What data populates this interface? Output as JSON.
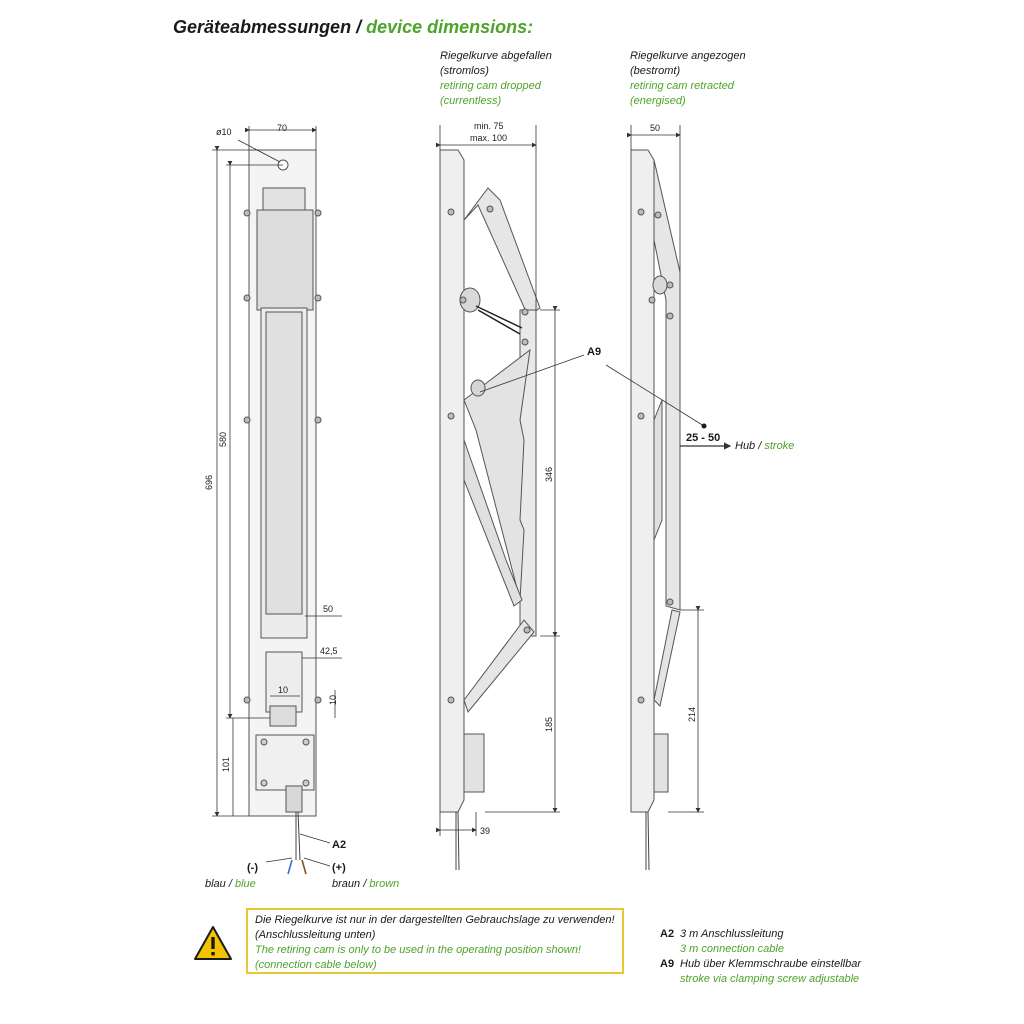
{
  "title": {
    "de": "Geräteabmessungen",
    "sep": " / ",
    "en": "device dimensions:"
  },
  "captions": {
    "dropped": {
      "de1": "Riegelkurve abgefallen",
      "de2": "(stromlos)",
      "en1": "retiring cam dropped",
      "en2": "(currentless)"
    },
    "retracted": {
      "de1": "Riegelkurve angezogen",
      "de2": "(bestromt)",
      "en1": "retiring cam retracted",
      "en2": "(energised)"
    }
  },
  "dimensions": {
    "hole": "ø10",
    "width70": "70",
    "height696": "696",
    "height580": "580",
    "height101": "101",
    "width50_inner": "50",
    "width42_5": "42,5",
    "slot10_w": "10",
    "slot10_h": "10",
    "min": "min. 75",
    "max": "max. 100",
    "h346": "346",
    "h185": "185",
    "w39": "39",
    "width50_right": "50",
    "h214": "214",
    "stroke_range": "25 - 50"
  },
  "labels": {
    "a2": "A2",
    "a9": "A9",
    "minus": "(-)",
    "plus": "(+)",
    "blue_de": "blau",
    "blue_en": "blue",
    "brown_de": "braun",
    "brown_en": "brown",
    "hub_de": "Hub",
    "hub_en": "stroke",
    "slash": " / "
  },
  "note": {
    "de1": "Die Riegelkurve ist nur in der dargestellten Gebrauchslage zu verwenden!",
    "de2": "(Anschlussleitung unten)",
    "en1": "The retiring cam is only to be used in the operating position shown!",
    "en2": "(connection cable below)"
  },
  "legend": [
    {
      "key": "A2",
      "de": "3 m Anschlussleitung",
      "en": "3 m connection cable"
    },
    {
      "key": "A9",
      "de": "Hub über Klemmschraube einstellbar",
      "en": "stroke via clamping screw adjustable"
    }
  ],
  "colors": {
    "accent_green": "#4ea32a",
    "warning_yellow": "#e8c832",
    "frame": "#555555"
  },
  "icons": {
    "warning": "warning-triangle-icon"
  }
}
